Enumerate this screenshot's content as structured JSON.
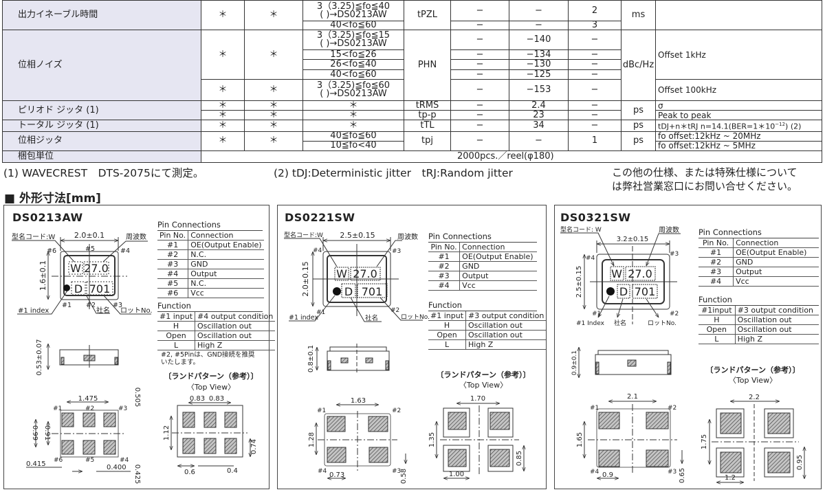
{
  "spec_table": {
    "output_enable": {
      "label": "出力イネーブル時間",
      "a": "＊",
      "b": "＊",
      "cond": [
        "3（3.25)≦fo≦40\n( )→DS0213AW",
        "40<fo≦60"
      ],
      "symbol": "tPZL",
      "min": [
        "−",
        "−"
      ],
      "typ": [
        "−",
        "−"
      ],
      "max": [
        "2",
        "3"
      ],
      "unit": "ms",
      "note": ""
    },
    "phase_noise": {
      "label": "位相ノイズ",
      "a": [
        "＊",
        "＊"
      ],
      "b": [
        "＊",
        "＊"
      ],
      "cond": [
        "3（3.25)≦fo≦15\n( )→DS0213AW",
        "15<fo≦26",
        "26<fo≦40",
        "40<fo≦60",
        "3（3.25)≦fo≦60\n( )→DS0213AW"
      ],
      "symbol": "PHN",
      "min": [
        "−",
        "−",
        "−",
        "−",
        "−"
      ],
      "typ": [
        "−140",
        "−134",
        "−130",
        "−125",
        "−153"
      ],
      "max": [
        "−",
        "−",
        "−",
        "−",
        "−"
      ],
      "unit": "dBc/Hz",
      "note": [
        "Offset 1kHz",
        "Offset 100kHz"
      ]
    },
    "period_jitter": {
      "label": "ピリオド ジッタ (1)",
      "a": [
        "＊",
        "＊"
      ],
      "b": [
        "＊",
        "＊"
      ],
      "cond": [
        "＊",
        "＊"
      ],
      "symbol": [
        "tRMS",
        "tp-p"
      ],
      "min": [
        "−",
        "−"
      ],
      "typ": [
        "2.4",
        "23"
      ],
      "max": [
        "−",
        "−"
      ],
      "unit": "ps",
      "note": [
        "σ",
        "Peak to peak"
      ]
    },
    "total_jitter": {
      "label": "トータル ジッタ (1)",
      "a": "＊",
      "b": "＊",
      "cond": "＊",
      "symbol": "tTL",
      "min": "−",
      "typ": "34",
      "max": "−",
      "unit": "ps",
      "note": "tDJ+n＊tRJ n=14.1(BER=1＊10",
      "note_sup": "−12",
      "note_tail": ") (2)"
    },
    "phase_jitter": {
      "label": "位相ジッタ",
      "a": "＊",
      "b": "＊",
      "cond": [
        "40≦fo≦60",
        "10≦fo<40"
      ],
      "symbol": "tpj",
      "min": "−",
      "typ": "−",
      "max": "1",
      "unit": "ps",
      "note": [
        "fo offset:12kHz ~ 20MHz",
        "fo offset:12kHz ~ 5MHz"
      ]
    },
    "packaging": {
      "label": "梱包単位",
      "value": "2000pcs.／reel(φ180)"
    }
  },
  "footnotes": {
    "f1": "(1) WAVECREST　DTS-2075にて測定。",
    "f2": "(2) tDJ:Deterministic jitter　tRJ:Random jitter",
    "f3": "この他の仕様、または特殊仕様について",
    "f4": "は弊社営業窓口にお問い合せください。"
  },
  "section_title": "■ 外形寸法[mm]",
  "panels": [
    {
      "title": "DS0213AW",
      "code_label": "型名コード:W",
      "freq_label": "周波数",
      "width_dim": "2.0±0.1",
      "height_dim": "1.6±0.1",
      "thickness_dim": "0.53±0.07",
      "marking": [
        "W",
        "27.0",
        "D",
        "701"
      ],
      "pin_labels": [
        "#1",
        "#2",
        "#3",
        "#4",
        "#5",
        "#6"
      ],
      "index_label": "#1 index",
      "maker_label": "社名",
      "lot_label": "ロットNo.",
      "pin_title": "Pin Connections",
      "pin_headers": [
        "Pin No.",
        "Connection"
      ],
      "pins": [
        [
          "#1",
          "OE(Output Enable)"
        ],
        [
          "#2",
          "N.C."
        ],
        [
          "#3",
          "GND"
        ],
        [
          "#4",
          "Output"
        ],
        [
          "#5",
          "N.C."
        ],
        [
          "#6",
          "Vcc"
        ]
      ],
      "function_title": "Function",
      "function_headers": [
        "#1 input",
        "#4 output condition"
      ],
      "function_rows": [
        [
          "H",
          "Oscillation out"
        ],
        [
          "Open",
          "Oscillation out"
        ],
        [
          "L",
          "High Z"
        ]
      ],
      "note": "#2, #5Pinは、GND接続を推奨\nいたします。",
      "land_title": "〔ランドパターン（参考）〕",
      "top_view": "〈Top View〉",
      "fp_dims": [
        "1.475",
        "0.505",
        "0.99",
        "0.91",
        "0.415",
        "0.400",
        "0.425"
      ],
      "land_dims": [
        "0.83",
        "0.83",
        "1.12",
        "0.74",
        "0.6",
        "0.4"
      ]
    },
    {
      "title": "DS0221SW",
      "code_label": "型名コード:W",
      "freq_label": "周波数",
      "width_dim": "2.5±0.15",
      "height_dim": "2.0±0.15",
      "thickness_dim": "0.8±0.1",
      "marking": [
        "W",
        "27.0",
        "D",
        "701"
      ],
      "pin_labels": [
        "#1",
        "#2",
        "#3",
        "#4"
      ],
      "index_label": "#1 index",
      "maker_label": "社名",
      "lot_label": "ロットNo.",
      "pin_title": "Pin Connections",
      "pin_headers": [
        "Pin No.",
        "Connection"
      ],
      "pins": [
        [
          "#1",
          "OE(Output Enable)"
        ],
        [
          "#2",
          "GND"
        ],
        [
          "#3",
          "Output"
        ],
        [
          "#4",
          "Vcc"
        ]
      ],
      "function_title": "Function",
      "function_headers": [
        "#1 input",
        "#3 output condition"
      ],
      "function_rows": [
        [
          "H",
          "Oscillation out"
        ],
        [
          "Open",
          "Oscillation out"
        ],
        [
          "L",
          "High Z"
        ]
      ],
      "land_title": "〔ランドパターン（参考）〕",
      "top_view": "〈Top View〉",
      "fp_dims": [
        "1.63",
        "1.28",
        "0.73",
        "0.58"
      ],
      "land_dims": [
        "1.70",
        "1.35",
        "0.85",
        "1.00"
      ]
    },
    {
      "title": "DS0321SW",
      "code_label": "型名コード: W",
      "freq_label": "周波数",
      "width_dim": "3.2±0.15",
      "height_dim": "2.5±0.15",
      "thickness_dim": "0.9±0.1",
      "marking": [
        "W",
        "27.0",
        "D",
        "701"
      ],
      "pin_labels": [
        "#1",
        "#2",
        "#3",
        "#4"
      ],
      "index_label": "#1 Index",
      "maker_label": "社名",
      "lot_label": "ロットNo.",
      "pin_title": "Pin Connections",
      "pin_headers": [
        "Pin No.",
        "Connection"
      ],
      "pins": [
        [
          "#1",
          "OE(Output Enable)"
        ],
        [
          "#2",
          "GND"
        ],
        [
          "#3",
          "Output"
        ],
        [
          "#4",
          "Vcc"
        ]
      ],
      "function_title": "Function",
      "function_headers": [
        "#1input",
        "#3 output condition"
      ],
      "function_rows": [
        [
          "H",
          "Oscillation out"
        ],
        [
          "Open",
          "Oscillation out"
        ],
        [
          "L",
          "High Z"
        ]
      ],
      "land_title": "〔ランドパターン（参考）〕",
      "top_view": "〈Top View〉",
      "fp_dims": [
        "2.1",
        "1.65",
        "0.9",
        "0.65"
      ],
      "land_dims": [
        "2.2",
        "1.75",
        "0.95",
        "1.2"
      ]
    }
  ],
  "colors": {
    "label_bg": "#e6e6f2",
    "line": "#333333",
    "pad_fill": "#b8b8b8"
  }
}
